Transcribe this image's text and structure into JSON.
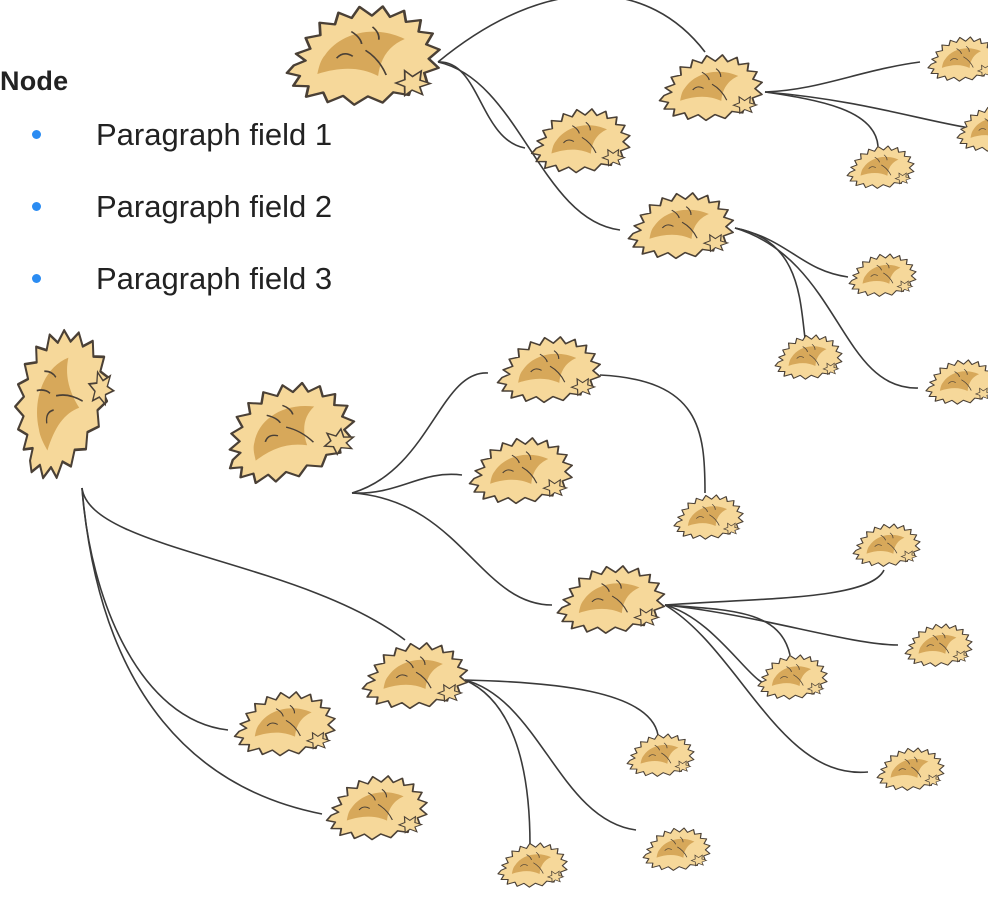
{
  "panel": {
    "title": "Node",
    "fields": [
      "Paragraph field 1",
      "Paragraph field 2",
      "Paragraph field 3"
    ]
  },
  "colors": {
    "fur_light": "#f6d89a",
    "fur_dark": "#d7a85a",
    "outline": "#4a4036",
    "bullet": "#2b8cf2",
    "link": "#3a3a3a"
  },
  "icon": "fluffy-seed-pod-node"
}
